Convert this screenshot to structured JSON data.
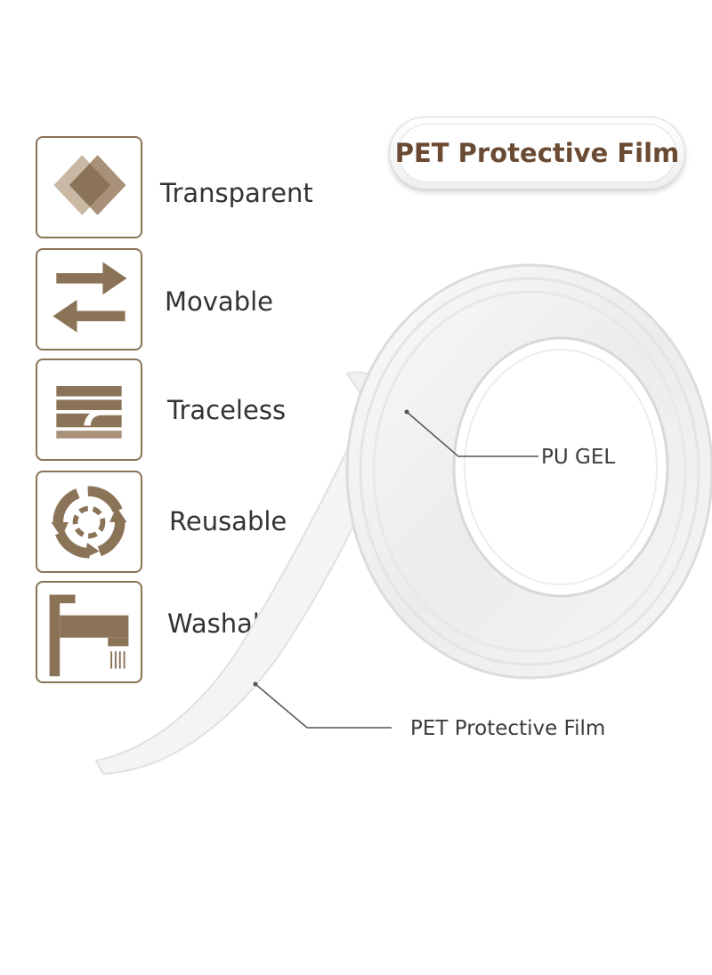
{
  "badge": {
    "title": "PET Protective Film"
  },
  "features": [
    {
      "label": "Transparent",
      "icon": "diamond-layers-icon"
    },
    {
      "label": "Movable",
      "icon": "swap-arrows-icon"
    },
    {
      "label": "Traceless",
      "icon": "peel-layer-icon"
    },
    {
      "label": "Reusable",
      "icon": "recycle-arrows-icon"
    },
    {
      "label": "Washable",
      "icon": "faucet-icon"
    }
  ],
  "callouts": {
    "pu_gel": "PU GEL",
    "pet_film": "PET Protective Film"
  },
  "colors": {
    "icon_brown": "#8b7358",
    "badge_text": "#6a4a32",
    "label_text": "#333333"
  }
}
